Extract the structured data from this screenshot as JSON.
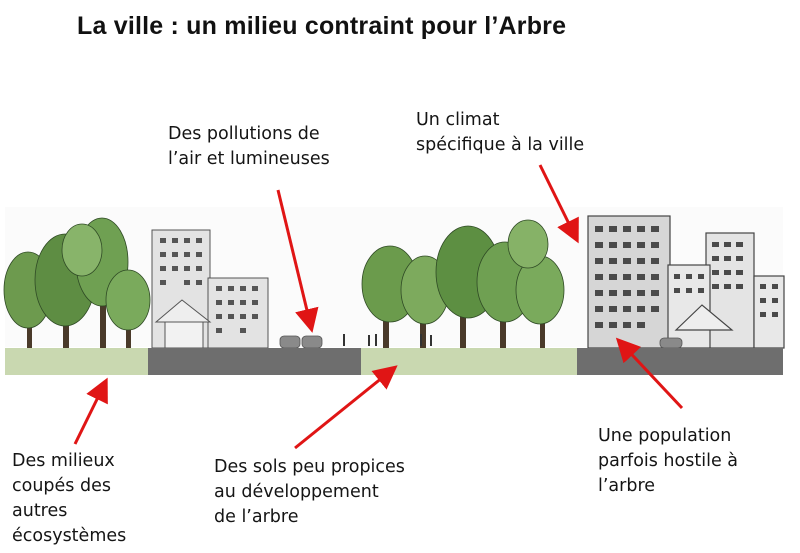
{
  "title": "La ville : un milieu contraint pour l’Arbre",
  "labels": {
    "pollution": "Des pollutions de\nl’air  et lumineuses",
    "climat": "Un climat\nspécifique à la ville",
    "milieux": "Des milieux\ncoupés des\nautres\nécosystèmes",
    "sols": "Des sols peu propices\nau développement\nde l’arbre",
    "population": "Une population\nparfois hostile à\nl’arbre"
  },
  "colors": {
    "grass": "#c9d8b0",
    "road": "#6e6e6e",
    "arrow": "#e01515",
    "tree_foliage": "#7fa85a",
    "tree_trunk": "#4a3a2a",
    "building": "#dcdcdc"
  }
}
